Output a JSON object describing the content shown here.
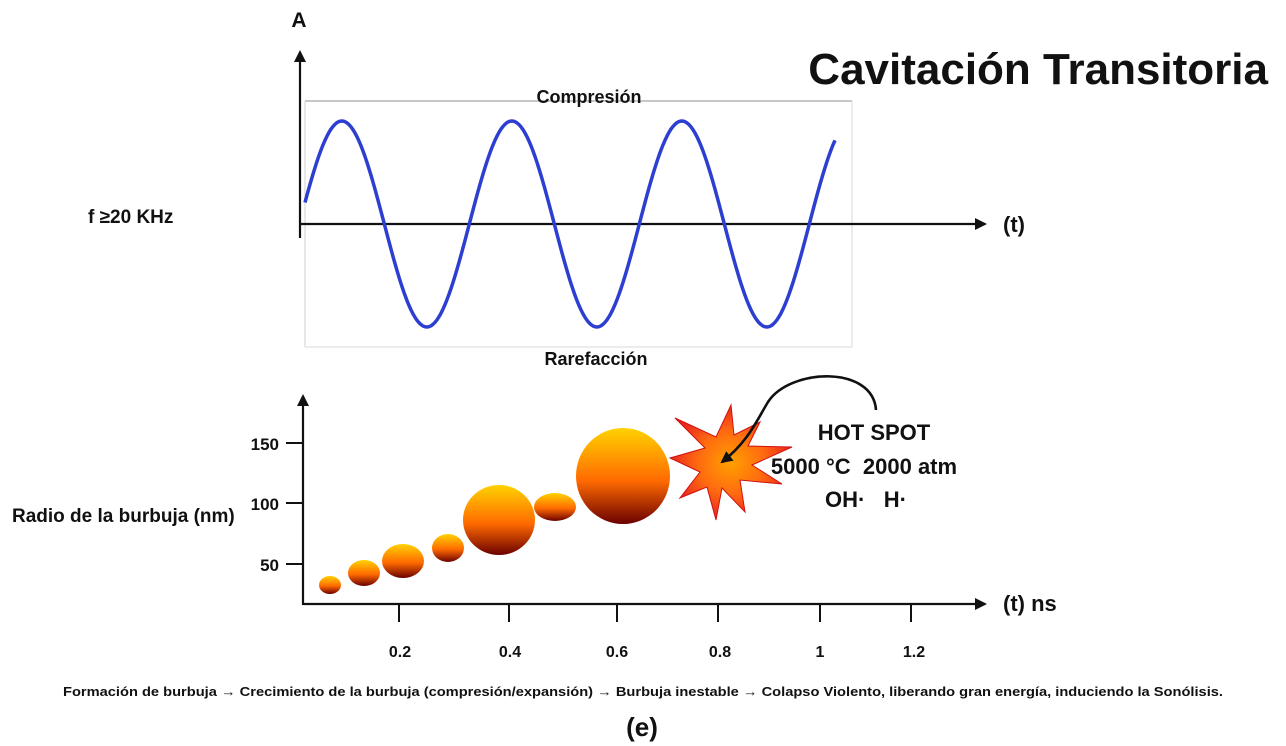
{
  "title": "Cavitación Transitoria",
  "top_chart": {
    "y_axis_label": "A",
    "x_axis_label": "(t)",
    "frequency_label": "f ≥20 KHz",
    "max_label": "Compresión",
    "min_label": "Rarefacción"
  },
  "bottom_chart": {
    "y_axis_label": "Radio de la burbuja (nm)",
    "x_axis_label": "(t) ns",
    "y_ticks": [
      "50",
      "100",
      "150"
    ],
    "x_ticks": [
      "0.2",
      "0.4",
      "0.6",
      "0.8",
      "1",
      "1.2"
    ]
  },
  "hot_spot": {
    "line1": "HOT SPOT",
    "line2": "5000 °C  2000 atm",
    "line3": "OH·   H·"
  },
  "caption": "Formación de burbuja → Crecimiento de la burbuja (compresión/expansión) → Burbuja inestable → Colapso Violento, liberando gran energía, induciendo la Sonólisis.",
  "panel_label": "(e)",
  "colors": {
    "wave": "#2d3fd0",
    "bubble_top": "#ffd200",
    "bubble_mid": "#ff6a00",
    "bubble_bottom": "#6b0000",
    "burst_outer": "#e8261e",
    "burst_inner": "#ffa000"
  }
}
